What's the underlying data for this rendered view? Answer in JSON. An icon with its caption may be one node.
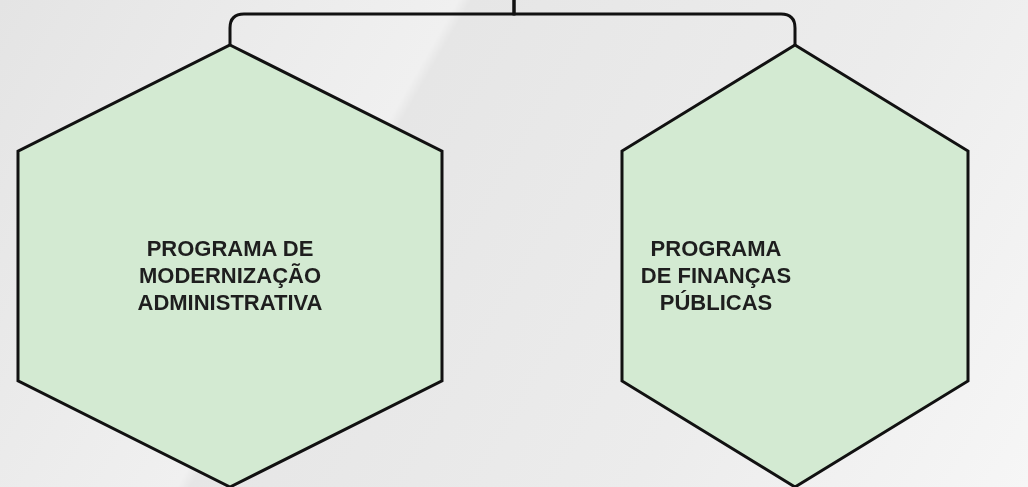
{
  "diagram": {
    "nodes": [
      {
        "text": [
          "PROGRAMA DE MODERNIZAÇÃO ADMINISTRATIVA"
        ]
      },
      {
        "text": [
          "PROGRAMA DE FINANÇAS PÚBLICAS"
        ]
      }
    ],
    "edges": [
      {
        "from": null,
        "to": 0,
        "arrow": "none"
      },
      {
        "from": null,
        "to": 1,
        "arrow": "none"
      }
    ]
  }
}
